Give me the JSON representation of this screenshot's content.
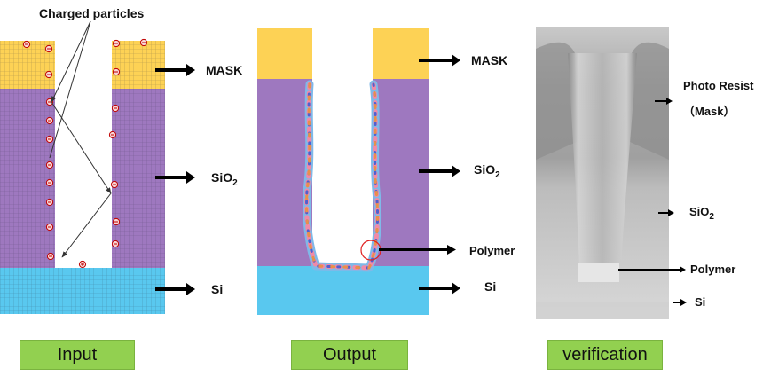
{
  "colors": {
    "mask": "#fdd255",
    "sio2": "#9e78bf",
    "si": "#59c8ef",
    "caption_bg": "#92d050"
  },
  "input_panel": {
    "title": "Charged particles",
    "labels": {
      "mask": "MASK",
      "sio2_main": "SiO",
      "sio2_sub": "2",
      "si": "Si"
    },
    "caption": "Input"
  },
  "output_panel": {
    "labels": {
      "mask": "MASK",
      "sio2_main": "SiO",
      "sio2_sub": "2",
      "polymer": "Polymer",
      "si": "Si"
    },
    "caption": "Output"
  },
  "verification_panel": {
    "labels": {
      "photo_resist": "Photo Resist",
      "mask": "（Mask）",
      "sio2_main": "SiO",
      "sio2_sub": "2",
      "polymer": "Polymer",
      "si": "Si"
    },
    "caption": "verification"
  }
}
